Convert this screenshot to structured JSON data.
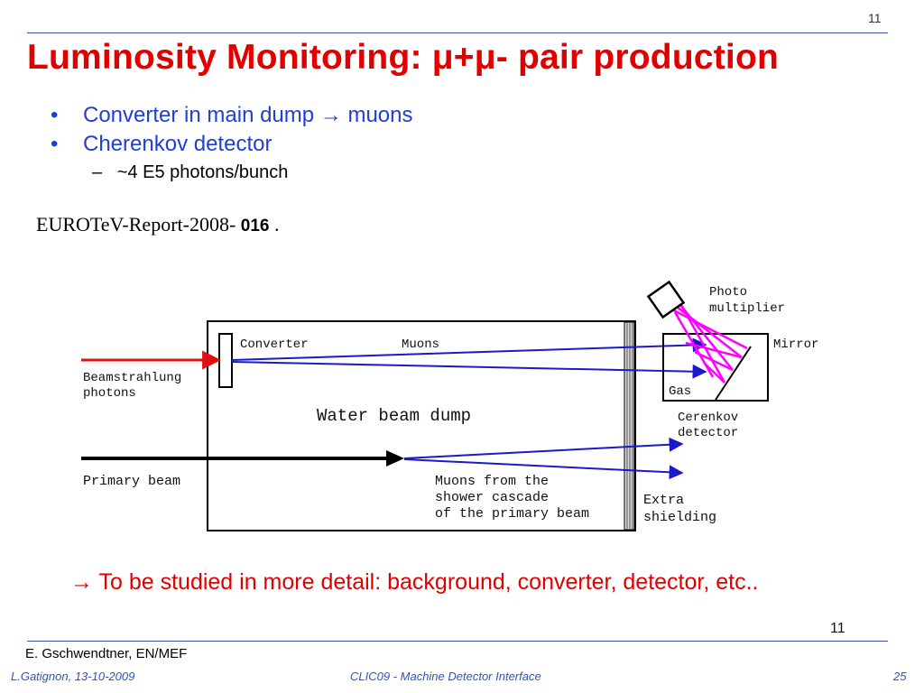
{
  "slide": {
    "corner_mark": "11",
    "title": "Luminosity Monitoring: μ+μ- pair production",
    "bullets": [
      "Converter in main dump → muons",
      "Cherenkov detector"
    ],
    "bullet_marker": "•",
    "sub_bullet_marker": "–",
    "sub_bullet": "~4 E5 photons/bunch",
    "report_prefix": "EUROTeV-Report-2008-",
    "report_number": "016",
    "report_suffix": ".",
    "study_note": "→ To be studied in more detail: background, converter, detector, etc..",
    "page_number": "11",
    "author": "E. Gschwendtner, EN/MEF"
  },
  "diagram": {
    "labels": {
      "photo": "Photo",
      "multiplier": "multiplier",
      "converter": "Converter",
      "muons": "Muons",
      "mirror": "Mirror",
      "beam1": "Beamstrahlung",
      "beam2": "photons",
      "gas": "Gas",
      "water_dump": "Water beam dump",
      "cerenkov1": "Cerenkov",
      "cerenkov2": "detector",
      "primary_beam": "Primary beam",
      "shower1": "Muons from the",
      "shower2": "shower cascade",
      "shower3": "of the primary beam",
      "extra1": "Extra",
      "extra2": "shielding"
    },
    "colors": {
      "beamstrahlung": "#e01010",
      "muon_tracks": "#1a1acc",
      "cherenkov_light": "#ff00ff",
      "primary_beam": "#000000"
    }
  },
  "footer": {
    "left": "L.Gatignon, 13-10-2009",
    "center": "CLIC09 - Machine Detector Interface",
    "right": "25"
  }
}
